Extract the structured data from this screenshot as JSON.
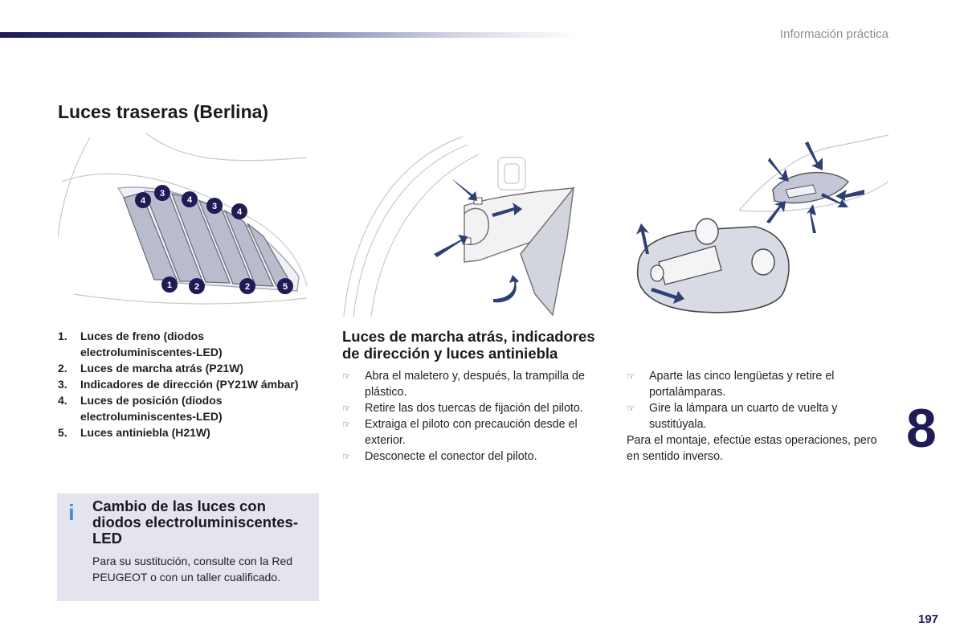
{
  "header": {
    "section": "Información práctica"
  },
  "title": "Luces traseras (Berlina)",
  "figure1": {
    "callouts": [
      "4",
      "3",
      "4",
      "3",
      "4",
      "1",
      "2",
      "2",
      "5"
    ]
  },
  "legend": [
    {
      "num": "1.",
      "text": "Luces de freno (diodos electroluminiscentes-LED)"
    },
    {
      "num": "2.",
      "text": "Luces de marcha atrás (P21W)"
    },
    {
      "num": "3.",
      "text": "Indicadores de dirección (PY21W ámbar)"
    },
    {
      "num": "4.",
      "text": "Luces de posición (diodos electroluminiscentes-LED)"
    },
    {
      "num": "5.",
      "text": "Luces antiniebla (H21W)"
    }
  ],
  "info_box": {
    "title": "Cambio de las luces con diodos electroluminiscentes-LED",
    "body": "Para su sustitución, consulte con la Red PEUGEOT o con un taller cualificado."
  },
  "middle": {
    "heading": "Luces de marcha atrás, indicadores de dirección y luces antiniebla",
    "steps": [
      "Abra el maletero y, después, la trampilla de plástico.",
      "Retire las dos tuercas de fijación del piloto.",
      "Extraiga el piloto con precaución desde el exterior.",
      "Desconecte el conector del piloto."
    ]
  },
  "right": {
    "steps": [
      "Aparte las cinco lengüetas y retire el portalámparas.",
      "Gire la lámpara un cuarto de vuelta y sustitúyala."
    ],
    "note": "Para el montaje, efectúe estas operaciones, pero en sentido inverso."
  },
  "bullet_glyph": "☞",
  "chapter_number": "8",
  "page_number": "197",
  "colors": {
    "navy": "#1f1b55",
    "info_bg": "#e3e4ee",
    "info_icon": "#4a8fd1",
    "lamp_fill": "#b9bccd"
  }
}
